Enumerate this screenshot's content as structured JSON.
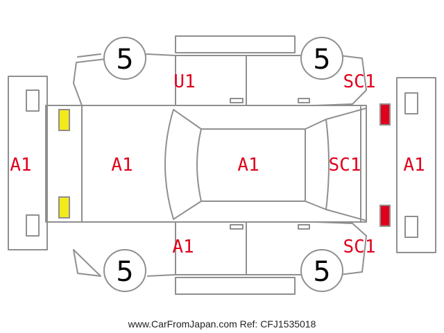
{
  "colors": {
    "outline": "#8f8f8f",
    "damage_code": "#e0001c",
    "front_lamp": "#f2ea1b",
    "rear_lamp": "#e0001c"
  },
  "tires": {
    "front_left": "5",
    "rear_left": "5",
    "front_right": "5",
    "rear_right": "5"
  },
  "codes": {
    "front_bumper": "A1",
    "hood": "A1",
    "roof": "A1",
    "trunk": "SC1",
    "rear_bumper": "A1",
    "upper_front_door": "U1",
    "upper_rear_quarter": "SC1",
    "lower_front_door": "A1",
    "lower_rear_quarter": "SC1"
  },
  "footer": "www.CarFromJapan.com Ref: CFJ1535018"
}
